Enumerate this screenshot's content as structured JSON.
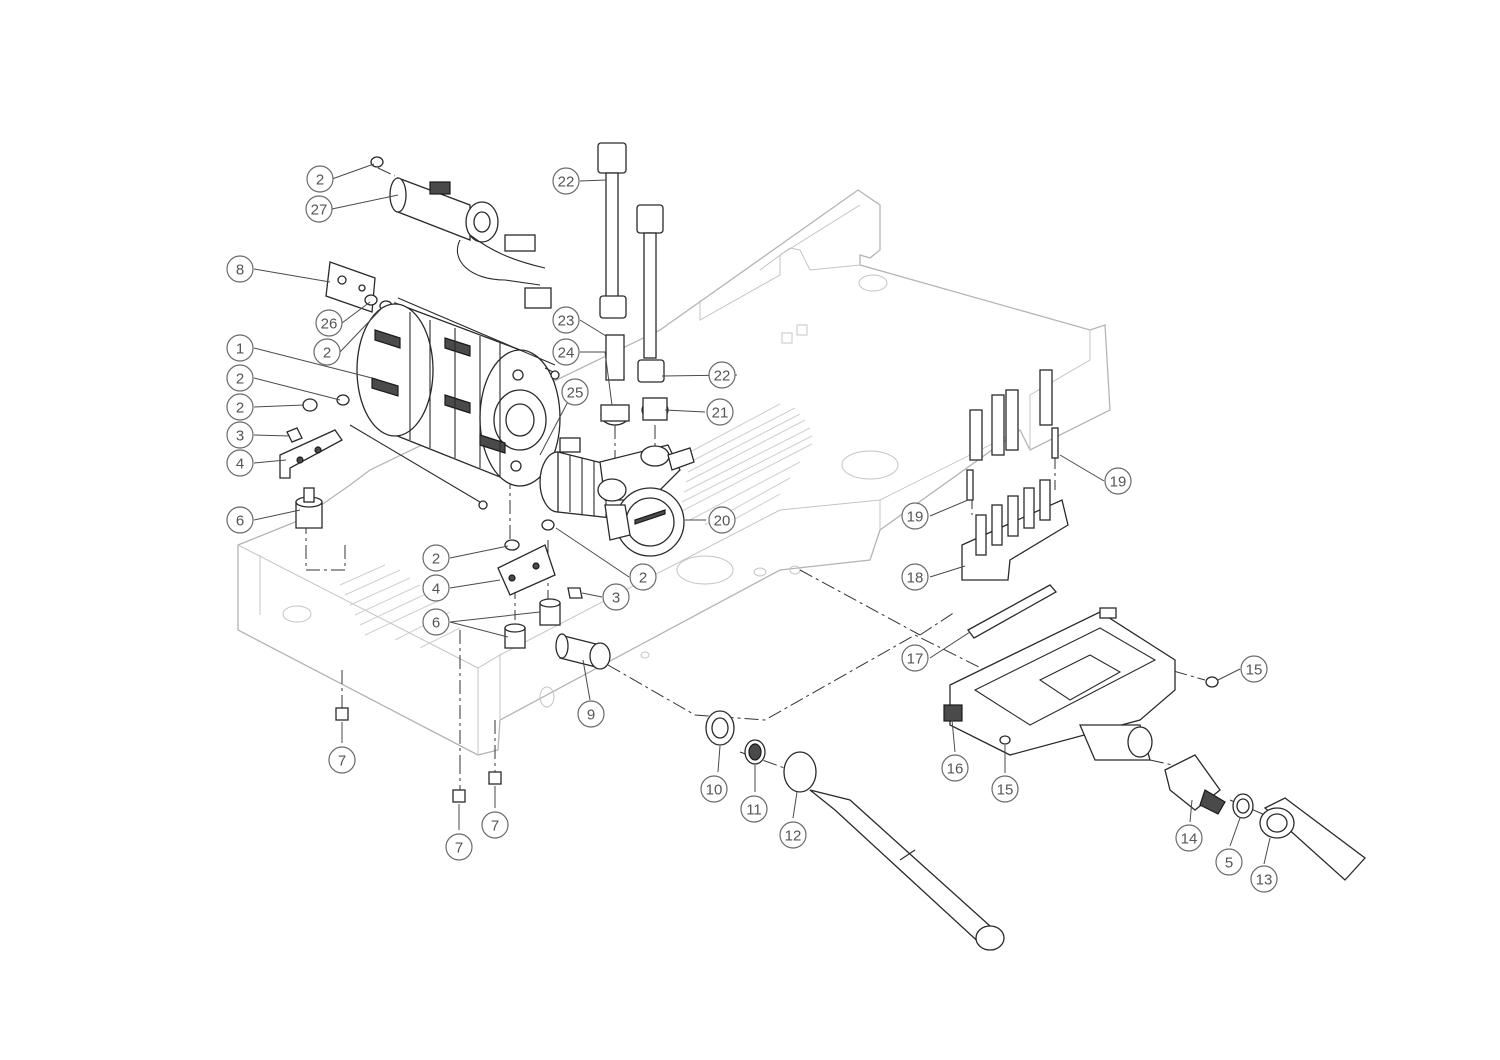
{
  "diagram": {
    "callouts": [
      {
        "id": "c2a",
        "label": "2"
      },
      {
        "id": "c27",
        "label": "27"
      },
      {
        "id": "c8",
        "label": "8"
      },
      {
        "id": "c26",
        "label": "26"
      },
      {
        "id": "c2b",
        "label": "2"
      },
      {
        "id": "c1",
        "label": "1"
      },
      {
        "id": "c2c",
        "label": "2"
      },
      {
        "id": "c2d",
        "label": "2"
      },
      {
        "id": "c3a",
        "label": "3"
      },
      {
        "id": "c4a",
        "label": "4"
      },
      {
        "id": "c6a",
        "label": "6"
      },
      {
        "id": "c22a",
        "label": "22"
      },
      {
        "id": "c23",
        "label": "23"
      },
      {
        "id": "c24",
        "label": "24"
      },
      {
        "id": "c25",
        "label": "25"
      },
      {
        "id": "c22b",
        "label": "22"
      },
      {
        "id": "c21",
        "label": "21"
      },
      {
        "id": "c20",
        "label": "20"
      },
      {
        "id": "c2e",
        "label": "2"
      },
      {
        "id": "c2f",
        "label": "2"
      },
      {
        "id": "c4b",
        "label": "4"
      },
      {
        "id": "c3b",
        "label": "3"
      },
      {
        "id": "c6b",
        "label": "6"
      },
      {
        "id": "c9",
        "label": "9"
      },
      {
        "id": "c7a",
        "label": "7"
      },
      {
        "id": "c7b",
        "label": "7"
      },
      {
        "id": "c7c",
        "label": "7"
      },
      {
        "id": "c10",
        "label": "10"
      },
      {
        "id": "c11",
        "label": "11"
      },
      {
        "id": "c12",
        "label": "12"
      },
      {
        "id": "c19a",
        "label": "19"
      },
      {
        "id": "c19b",
        "label": "19"
      },
      {
        "id": "c18",
        "label": "18"
      },
      {
        "id": "c17",
        "label": "17"
      },
      {
        "id": "c15a",
        "label": "15"
      },
      {
        "id": "c16",
        "label": "16"
      },
      {
        "id": "c15b",
        "label": "15"
      },
      {
        "id": "c14",
        "label": "14"
      },
      {
        "id": "c5",
        "label": "5"
      },
      {
        "id": "c13",
        "label": "13"
      }
    ]
  }
}
